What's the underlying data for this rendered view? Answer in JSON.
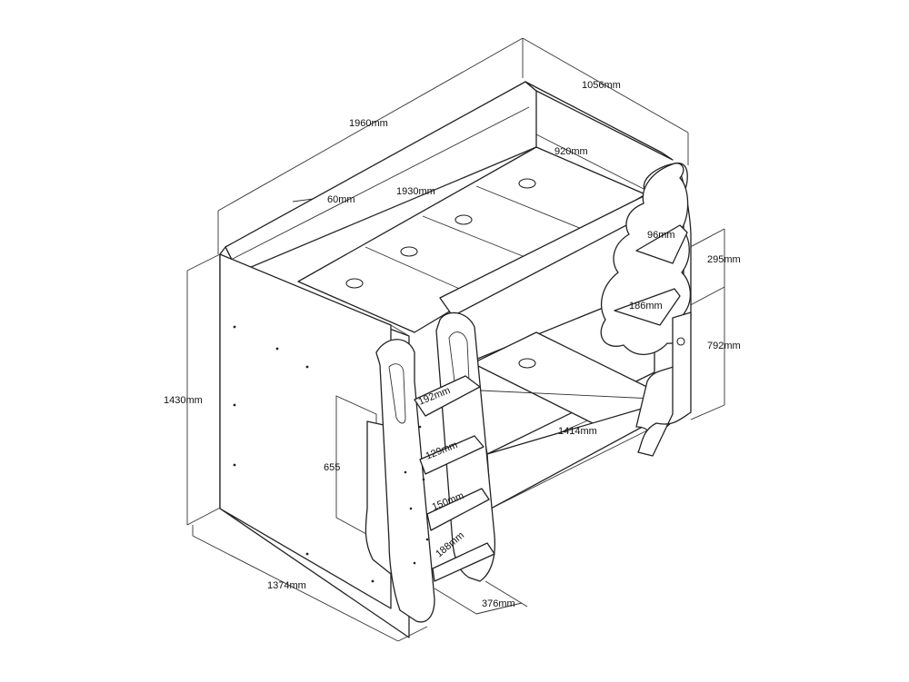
{
  "dimensions": {
    "overall_length": "1960mm",
    "overall_width": "1056mm",
    "inner_width": "920mm",
    "guard_rail_height": "60mm",
    "inner_length": "1930mm",
    "shelf_depth_top": "96mm",
    "upper_gap": "295mm",
    "shelf_depth_bottom": "186mm",
    "lower_height": "792mm",
    "overall_height": "1430mm",
    "ladder_step_1": "192mm",
    "ladder_step_2": "129mm",
    "ladder_step_3": "150mm",
    "ladder_step_4": "188mm",
    "bottom_opening_length": "1414mm",
    "side_opening_height": "655",
    "end_depth": "1374mm",
    "ladder_width": "376mm"
  }
}
